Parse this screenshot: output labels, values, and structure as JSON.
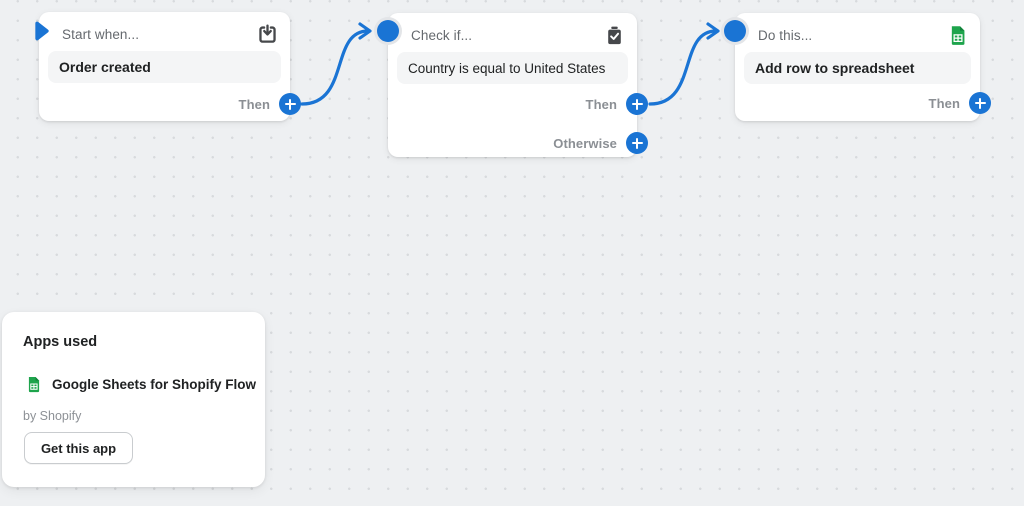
{
  "colors": {
    "accent_blue": "#1a74d4",
    "card_text_dark": "#202223",
    "muted_gray": "#8b8f94",
    "sheets_green": "#1ea44c",
    "canvas_bg": "#eef0f2",
    "dot_color": "#d8dadd"
  },
  "cards": {
    "trigger": {
      "title": "Start when...",
      "value": "Order created",
      "then_label": "Then",
      "icon": "import-icon"
    },
    "condition": {
      "title": "Check if...",
      "value": "Country is equal to United States",
      "then_label": "Then",
      "otherwise_label": "Otherwise",
      "icon": "clipboard-check-icon"
    },
    "action": {
      "title": "Do this...",
      "value": "Add row to spreadsheet",
      "then_label": "Then",
      "icon": "google-sheets-icon"
    }
  },
  "apps_panel": {
    "title": "Apps used",
    "app_name": "Google Sheets for Shopify Flow",
    "app_publisher": "by Shopify",
    "cta": "Get this app"
  }
}
